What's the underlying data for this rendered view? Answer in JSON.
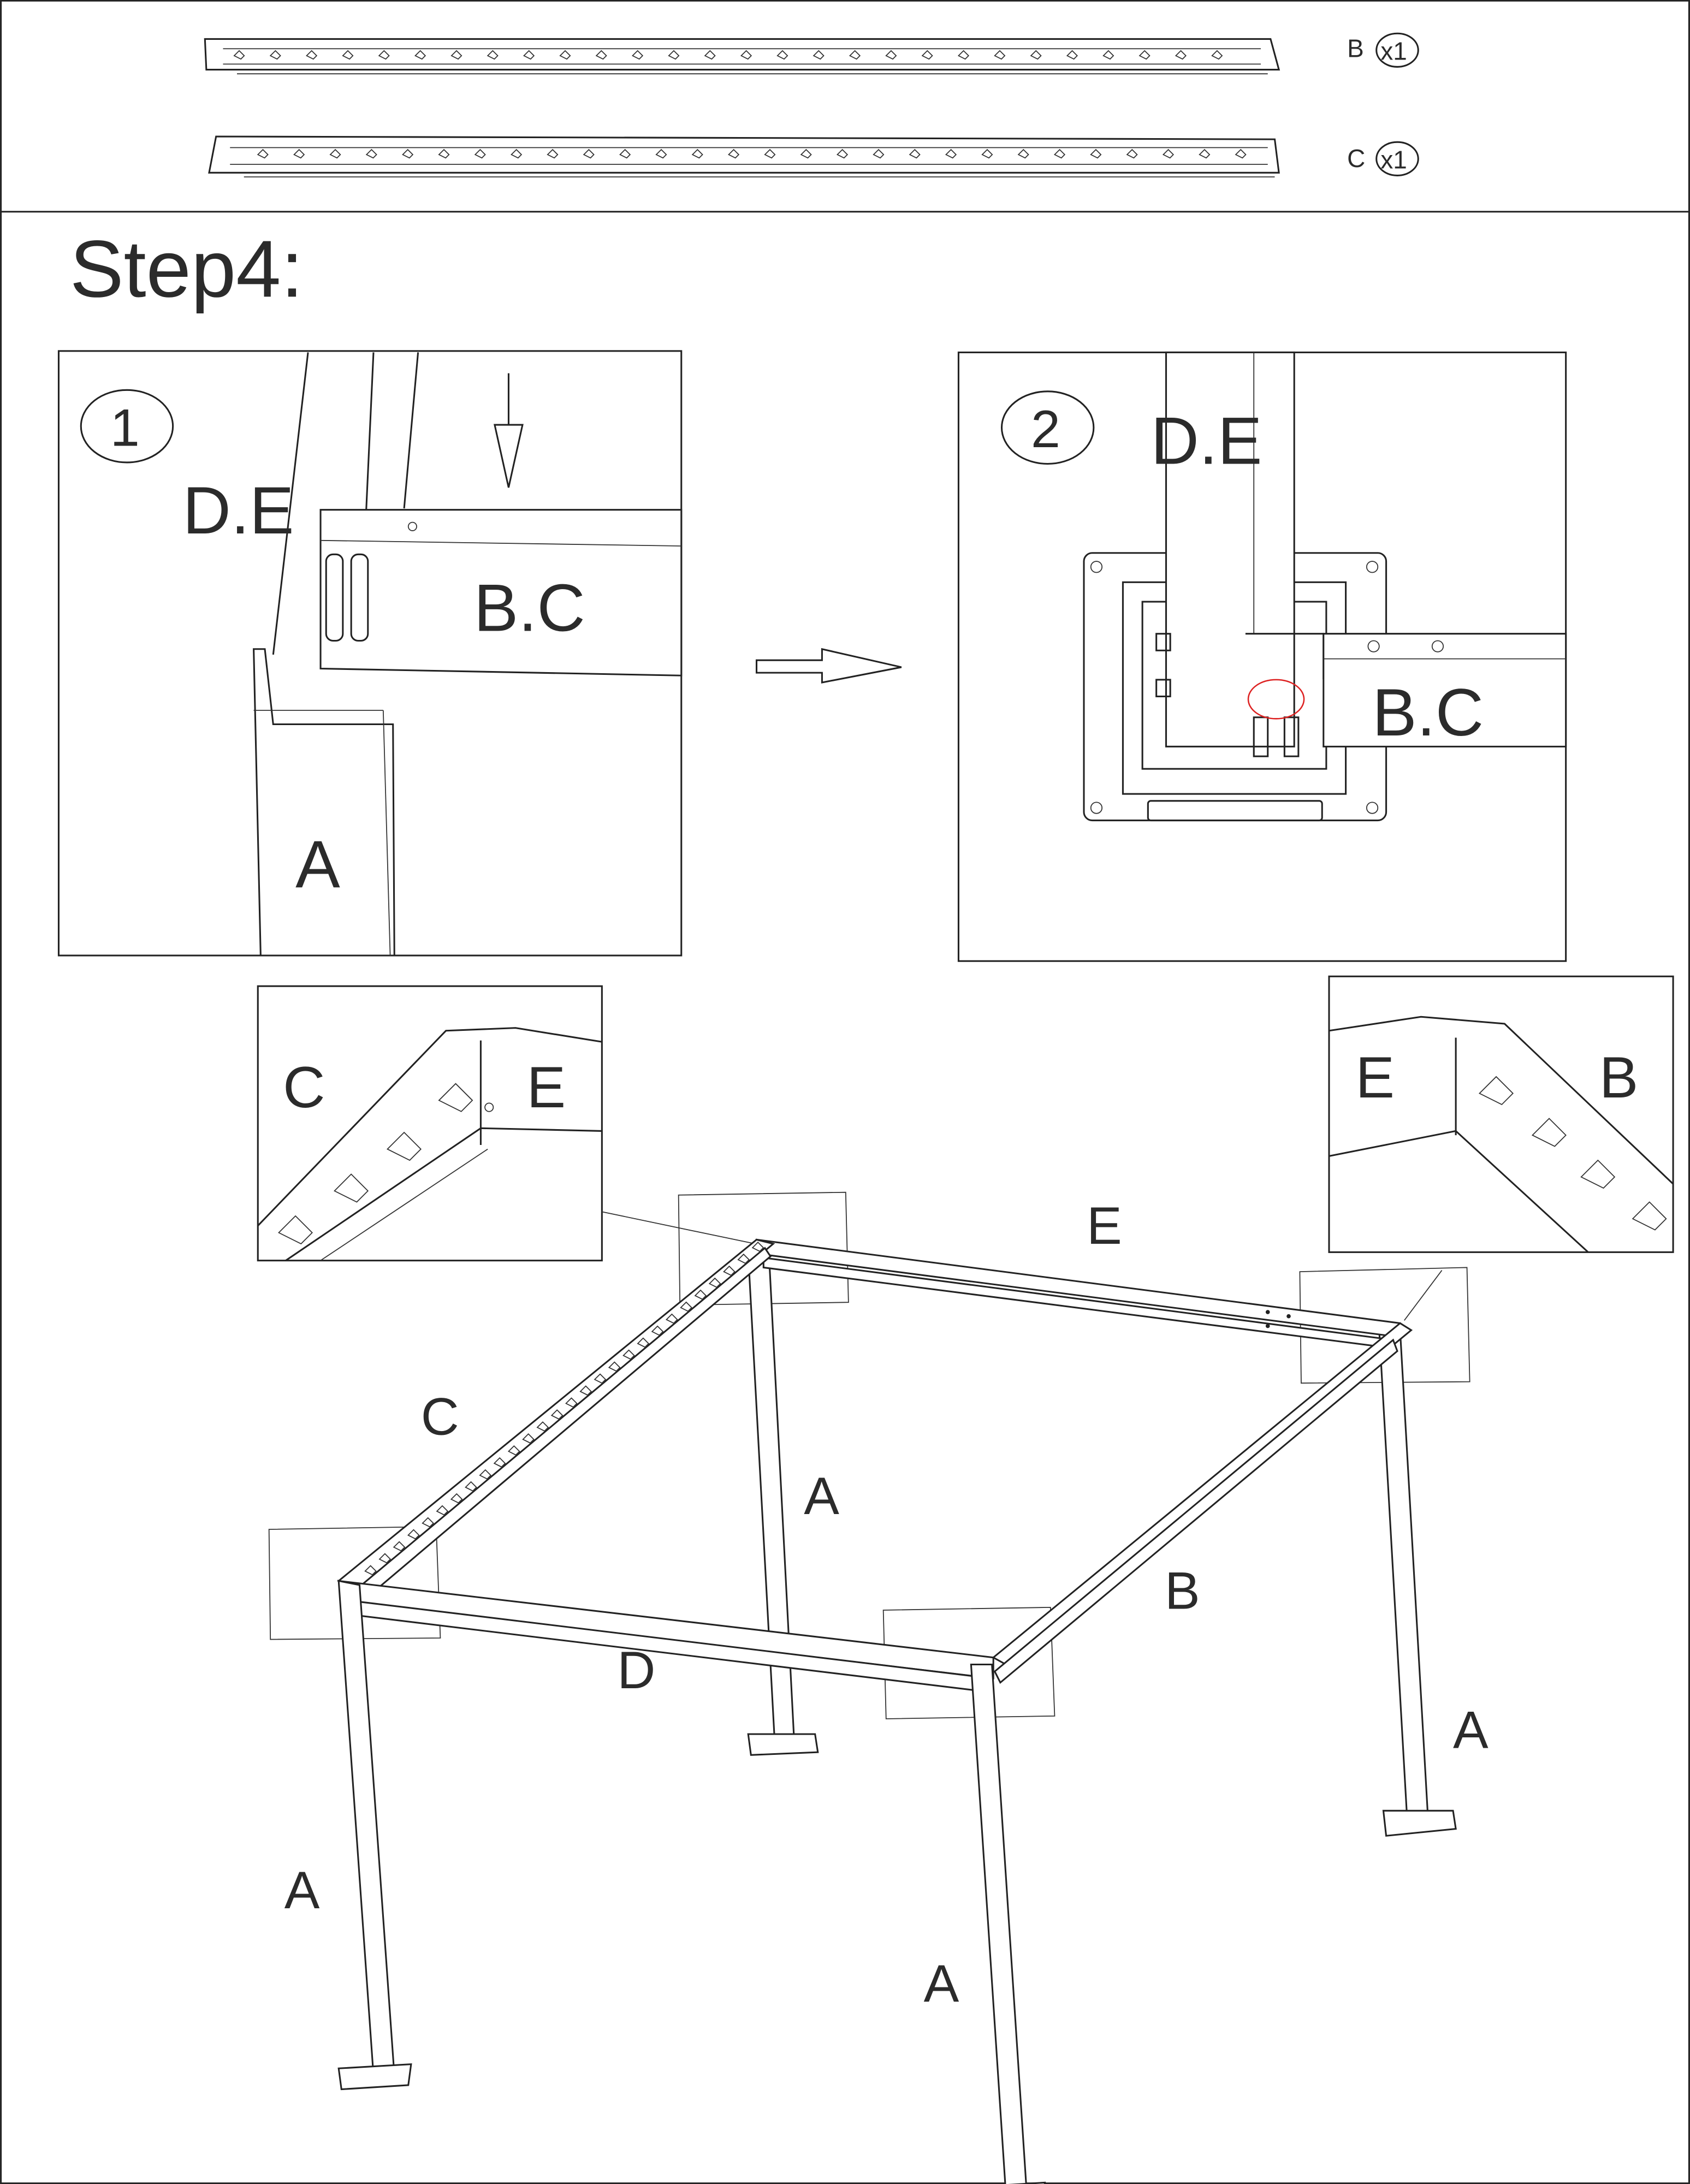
{
  "parts": [
    {
      "label": "B",
      "qty": "x1"
    },
    {
      "label": "C",
      "qty": "x1"
    }
  ],
  "step_title": "Step4:",
  "panel1": {
    "number": "1",
    "labels": {
      "de": "D.E",
      "bc": "B.C",
      "a": "A"
    }
  },
  "panel2": {
    "number": "2",
    "labels": {
      "de": "D.E",
      "bc": "B.C"
    }
  },
  "detail_left": {
    "labels": {
      "c": "C",
      "e": "E"
    }
  },
  "detail_right": {
    "labels": {
      "e": "E",
      "b": "B"
    }
  },
  "frame": {
    "labels": {
      "e": "E",
      "c": "C",
      "a_back_left": "A",
      "b": "B",
      "d": "D",
      "a_back_right": "A",
      "a_front_left": "A",
      "a_front_right": "A"
    }
  }
}
